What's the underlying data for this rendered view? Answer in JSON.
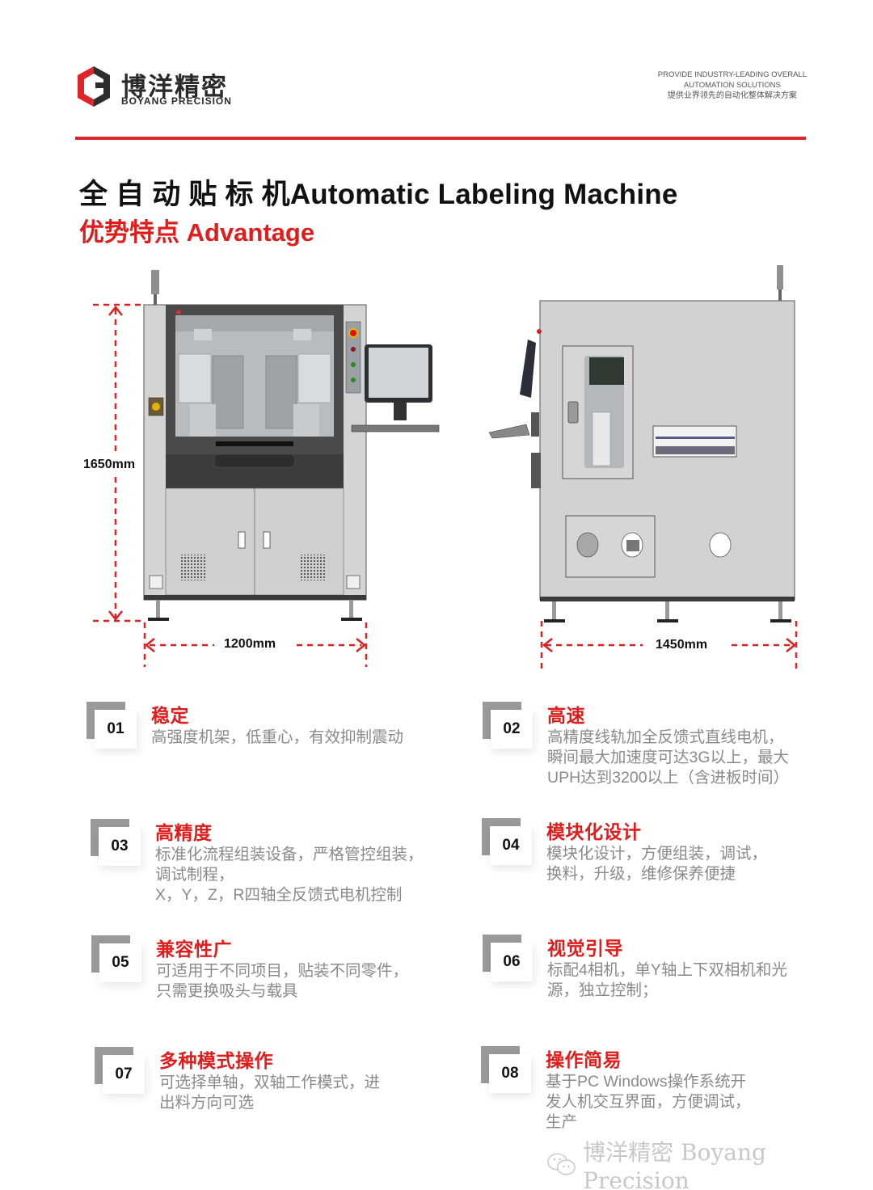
{
  "header": {
    "brand_cn": "博洋精密",
    "brand_en": "BOYANG PRECISION",
    "slogan_line1": "PROVIDE INDUSTRY-LEADING OVERALL",
    "slogan_line2": "AUTOMATION SOLUTIONS",
    "slogan_cn": "提供业界领先的自动化整体解决方案"
  },
  "colors": {
    "accent_red": "#d8262b",
    "title_red": "#e21b1b",
    "desc_gray": "#8a8a8a",
    "badge_gray": "#9a9a9a"
  },
  "title": "全 自 动 贴 标 机Automatic Labeling Machine",
  "subtitle": "优势特点 Advantage",
  "dimensions": {
    "front_height": "1650mm",
    "front_width": "1200mm",
    "side_depth": "1450mm"
  },
  "features": [
    {
      "num": "01",
      "title": "稳定",
      "desc": "高强度机架，低重心，有效抑制震动"
    },
    {
      "num": "02",
      "title": "高速",
      "desc": "高精度线轨加全反馈式直线电机，\n瞬间最大加速度可达3G以上，最大\nUPH达到3200以上（含进板时间）"
    },
    {
      "num": "03",
      "title": "高精度",
      "desc": "标准化流程组装设备，严格管控组装，\n调试制程，\nX，Y，Z，R四轴全反馈式电机控制"
    },
    {
      "num": "04",
      "title": "模块化设计",
      "desc": "模块化设计，方便组装，调试，\n换料，升级，维修保养便捷"
    },
    {
      "num": "05",
      "title": "兼容性广",
      "desc": "可适用于不同项目，贴装不同零件，\n只需更换吸头与载具"
    },
    {
      "num": "06",
      "title": "视觉引导",
      "desc": "标配4相机，单Y轴上下双相机和光\n源，独立控制；"
    },
    {
      "num": "07",
      "title": "多种模式操作",
      "desc": "可选择单轴，双轴工作模式，进\n出料方向可选"
    },
    {
      "num": "08",
      "title": "操作简易",
      "desc": "基于PC Windows操作系统开\n发人机交互界面，方便调试，\n生产"
    }
  ],
  "watermark": "博洋精密 Boyang Precision"
}
